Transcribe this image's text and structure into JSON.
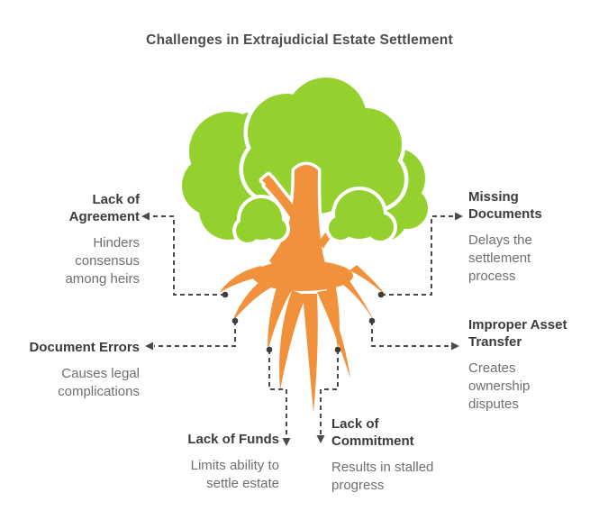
{
  "title": "Challenges in Extrajudicial Estate Settlement",
  "colors": {
    "canopy": "#94d12e",
    "trunk": "#f2913b",
    "connector": "#4a4a4a",
    "dot": "#3d3d3d",
    "heading_text": "#3b3b3b",
    "description_text": "#6f6f6f",
    "background": "#ffffff"
  },
  "challenges": [
    {
      "heading": "Lack of Agreement",
      "description": "Hinders consensus among heirs",
      "position": "upper-left"
    },
    {
      "heading": "Missing Documents",
      "description": "Delays the settlement process",
      "position": "upper-right"
    },
    {
      "heading": "Document Errors",
      "description": "Causes legal complications",
      "position": "middle-left"
    },
    {
      "heading": "Improper Asset Transfer",
      "description": "Creates ownership disputes",
      "position": "middle-right"
    },
    {
      "heading": "Lack of Funds",
      "description": "Limits ability to settle estate",
      "position": "bottom-left"
    },
    {
      "heading": "Lack of Commitment",
      "description": "Results in stalled progress",
      "position": "bottom-right"
    }
  ]
}
